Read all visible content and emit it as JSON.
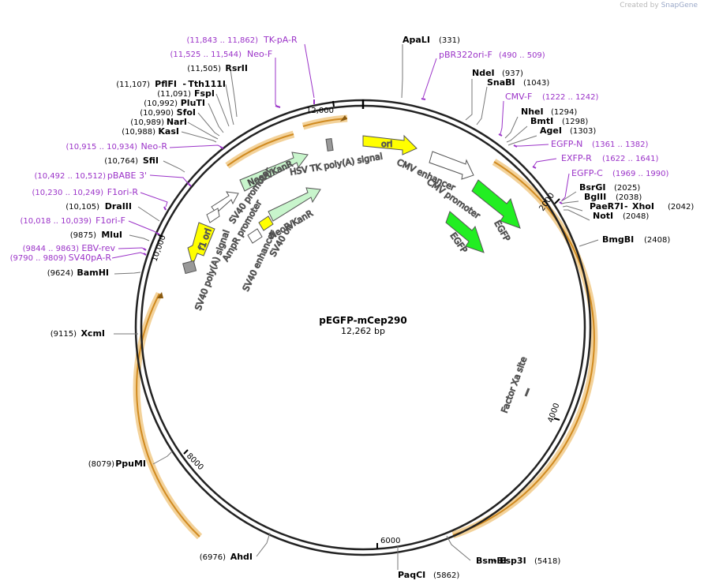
{
  "watermark": {
    "prefix": "Created by",
    "brand": "SnapGene"
  },
  "plasmid": {
    "name": "pEGFP-mCep290",
    "length_label": "12,262 bp",
    "length": 12262
  },
  "ticks": [
    {
      "pos": 2000,
      "label": "2000"
    },
    {
      "pos": 4000,
      "label": "4000"
    },
    {
      "pos": 6000,
      "label": "6000"
    },
    {
      "pos": 8000,
      "label": "8000"
    },
    {
      "pos": 10000,
      "label": "10,000"
    },
    {
      "pos": 12000,
      "label": "12,000"
    }
  ],
  "sites": [
    {
      "name": "ApaLI",
      "pos": "(331)"
    },
    {
      "name": "NdeI",
      "pos": "(937)"
    },
    {
      "name": "SnaBI",
      "pos": "(1043)"
    },
    {
      "name": "NheI",
      "pos": "(1294)"
    },
    {
      "name": "BmtI",
      "pos": "(1298)"
    },
    {
      "name": "AgeI",
      "pos": "(1303)"
    },
    {
      "name": "BsrGI",
      "pos": "(2025)"
    },
    {
      "name": "BglII",
      "pos": "(2038)"
    },
    {
      "name": "PaeR7I",
      "name2": "XhoI",
      "pos": "(2042)"
    },
    {
      "name": "NotI",
      "pos": "(2048)"
    },
    {
      "name": "BmgBI",
      "pos": "(2408)"
    },
    {
      "name": "BsmBI",
      "name2": "Esp3I",
      "pos": "(5418)"
    },
    {
      "name": "PaqCI",
      "pos": "(5862)"
    },
    {
      "name": "AhdI",
      "pos": "(6976)"
    },
    {
      "name": "PpuMI",
      "pos": "(8079)"
    },
    {
      "name": "XcmI",
      "pos": "(9115)"
    },
    {
      "name": "BamHI",
      "pos": "(9624)"
    },
    {
      "name": "MluI",
      "pos": "(9875)"
    },
    {
      "name": "DraIII",
      "pos": "(10,105)"
    },
    {
      "name": "SfiI",
      "pos": "(10,764)"
    },
    {
      "name": "KasI",
      "pos": "(10,988)"
    },
    {
      "name": "NarI",
      "pos": "(10,989)"
    },
    {
      "name": "SfoI",
      "pos": "(10,990)"
    },
    {
      "name": "PluTI",
      "pos": "(10,992)"
    },
    {
      "name": "FspI",
      "pos": "(11,091)"
    },
    {
      "name": "PflFI",
      "name2": "Tth111I",
      "pos": "(11,107)"
    },
    {
      "name": "RsrII",
      "pos": "(11,505)"
    }
  ],
  "primers": [
    {
      "name": "TK-pA-R",
      "pos": "(11,843 .. 11,862)"
    },
    {
      "name": "Neo-F",
      "pos": "(11,525 .. 11,544)"
    },
    {
      "name": "pBR322ori-F",
      "pos": "(490 .. 509)"
    },
    {
      "name": "CMV-F",
      "pos": "(1222 .. 1242)"
    },
    {
      "name": "EGFP-N",
      "pos": "(1361 .. 1382)"
    },
    {
      "name": "EXFP-R",
      "pos": "(1622 .. 1641)"
    },
    {
      "name": "EGFP-C",
      "pos": "(1969 .. 1990)"
    },
    {
      "name": "Neo-R",
      "pos": "(10,915 .. 10,934)"
    },
    {
      "name": "pBABE 3'",
      "pos": "(10,492 .. 10,512)"
    },
    {
      "name": "F1ori-R",
      "pos": "(10,230 .. 10,249)"
    },
    {
      "name": "F1ori-F",
      "pos": "(10,018 .. 10,039)"
    },
    {
      "name": "EBV-rev",
      "pos": "(9844 .. 9863)"
    },
    {
      "name": "SV40pA-R",
      "pos": "(9790 .. 9809)"
    }
  ],
  "features": [
    {
      "name": "ori",
      "color": "#ffff00"
    },
    {
      "name": "CMV enhancer",
      "color": "#ffffff"
    },
    {
      "name": "CMV promoter",
      "color": "#ffffff"
    },
    {
      "name": "EGFP",
      "color": "#22ee22"
    },
    {
      "name": "EGFP",
      "color": "#22ee22"
    },
    {
      "name": "HSV TK poly(A) signal",
      "color": "#999999"
    },
    {
      "name": "NeoR/KanR",
      "color": "#c8f5cc"
    },
    {
      "name": "NeoR/KanR",
      "color": "#c8f5cc"
    },
    {
      "name": "SV40 promoter",
      "color": "#ffffff"
    },
    {
      "name": "AmpR promoter",
      "color": "#ffffff"
    },
    {
      "name": "SV40 enhancer",
      "color": "#ffffff"
    },
    {
      "name": "SV40 ori",
      "color": "#ffff00"
    },
    {
      "name": "f1 ori",
      "color": "#ffff00"
    },
    {
      "name": "SV40 poly(A) signal",
      "color": "#999999"
    },
    {
      "name": "Factor Xa site",
      "color": "#ffffff"
    }
  ],
  "colors": {
    "backbone": "#222222",
    "highlight": "#e8a030",
    "primer": "#9b33c8"
  }
}
